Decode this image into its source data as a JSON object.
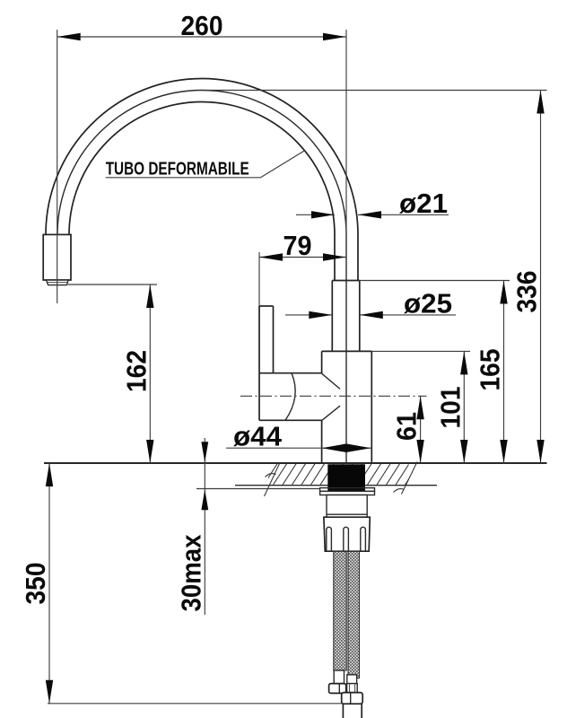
{
  "drawing": {
    "type": "technical-dimension-drawing",
    "subject": "kitchen sink mixer tap with flexible gooseneck spout, side lever and under-counter supply hoses",
    "note_label": "TUBO DEFORMABILE",
    "units": "mm",
    "colors": {
      "line": "#222222",
      "dimension_line": "#3d3d3d",
      "text": "#0b0b0b",
      "arrow_fill": "#0a0a0a",
      "background": "#ffffff"
    },
    "dimensions": {
      "spout_reach": "260",
      "spout_tube_diameter": "ø21",
      "lever_offset": "79",
      "riser_diameter": "ø25",
      "outlet_height": "162",
      "overall_height": "336",
      "riser_top_height": "165",
      "body_top_height": "101",
      "lever_axis_height": "61",
      "base_diameter": "ø44",
      "hose_drop_length": "350",
      "max_counter_thickness": "30max"
    }
  }
}
